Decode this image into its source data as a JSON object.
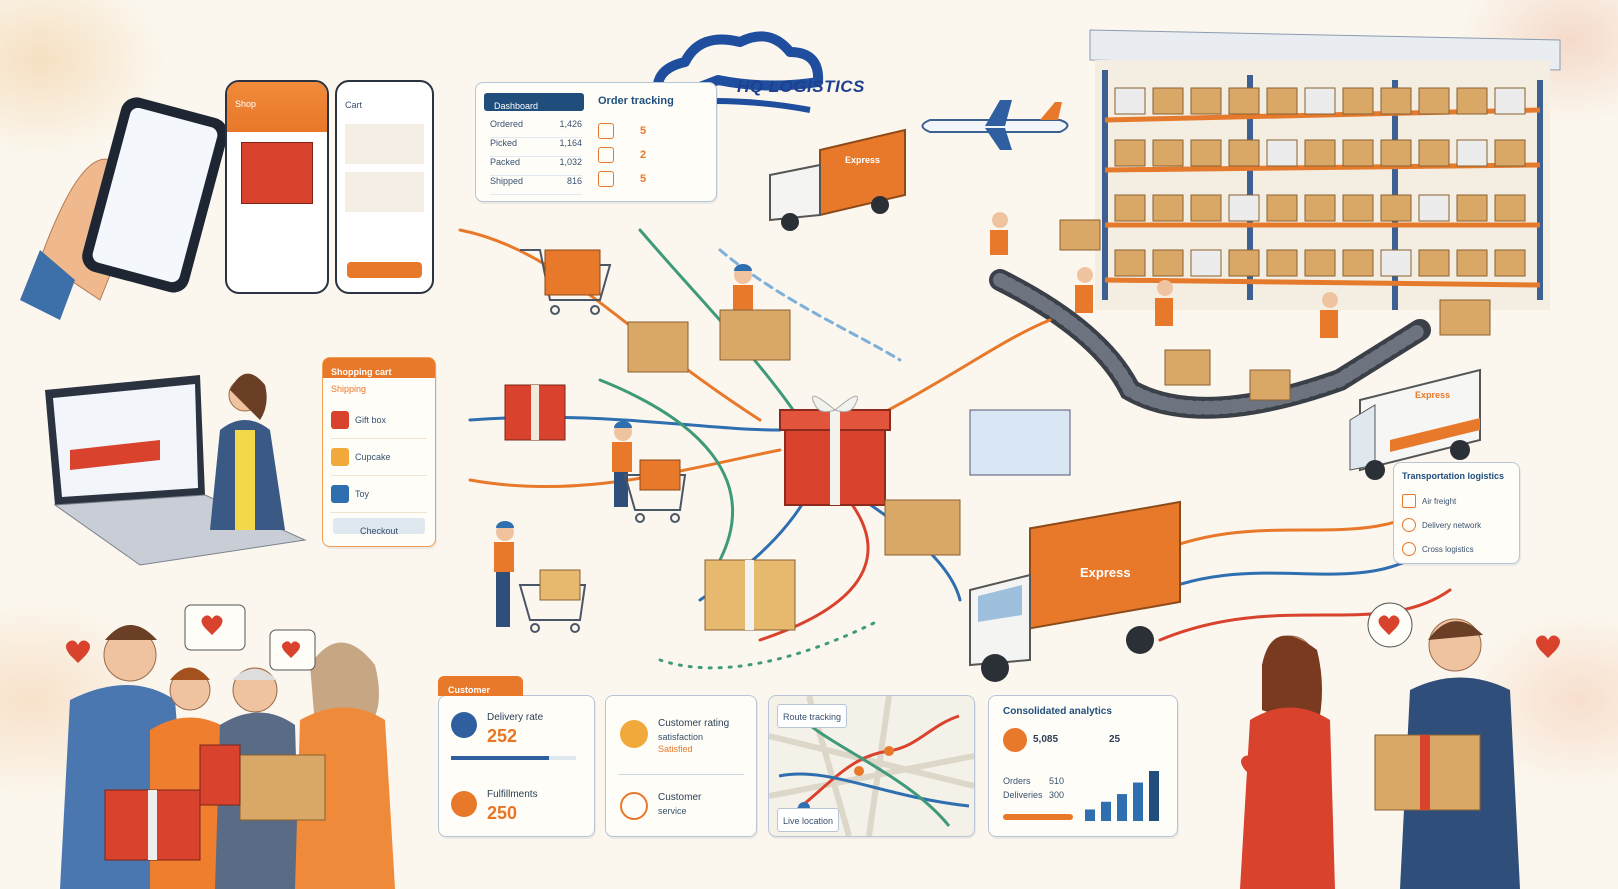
{
  "brand": {
    "name": "HQ LOGISTICS"
  },
  "mobile_apps": {
    "screen1_label": "Shop",
    "screen3_label": "Cart"
  },
  "order_panel": {
    "title": "Order tracking",
    "header_left": "Dashboard",
    "rows": [
      {
        "label": "Ordered",
        "value": "1,426"
      },
      {
        "label": "Picked",
        "value": "1,164"
      },
      {
        "label": "Packed",
        "value": "1,032"
      },
      {
        "label": "Shipped",
        "value": "816"
      }
    ],
    "counts": [
      "5",
      "2",
      "5"
    ]
  },
  "shopping_panel": {
    "title": "Shopping cart",
    "subtitle": "Shipping",
    "items": [
      {
        "name": "Gift box"
      },
      {
        "name": "Cupcake"
      },
      {
        "name": "Toy"
      }
    ],
    "button": "Checkout"
  },
  "truck_labels": {
    "small": "Express",
    "large": "Express",
    "van": "Express"
  },
  "right_panel": {
    "title": "Transportation logistics",
    "items": [
      "Air freight",
      "Delivery network",
      "Cross logistics"
    ]
  },
  "customer_panel": {
    "tab": "Customer",
    "metric1_label": "Delivery rate",
    "metric1_value": "252",
    "metric1_pct": 0.78,
    "metric2_label": "Fulfillments",
    "metric2_value": "250"
  },
  "satisfaction_panel": {
    "label1": "Customer rating",
    "sub1": "satisfaction",
    "note1": "Satisfied",
    "label2": "Customer",
    "sub2": "service"
  },
  "map_panel": {
    "label": "Route tracking",
    "sub": "Live location"
  },
  "analytics_panel": {
    "title": "Consolidated analytics",
    "kpi1": "5,085",
    "kpi2": "25",
    "row1": "Orders",
    "row1_val": "510",
    "row2": "Deliveries",
    "row2_val": "300",
    "bars": [
      12,
      20,
      28,
      40,
      52
    ]
  },
  "colors": {
    "orange": "#e8782a",
    "blue": "#1f4e7d",
    "red": "#d9432e",
    "cardboard": "#d9a867"
  }
}
